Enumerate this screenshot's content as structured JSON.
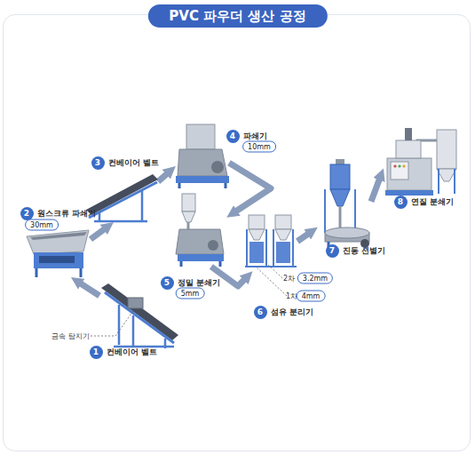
{
  "diagram": {
    "title": "PVC 파우더 생산 공정",
    "nodes": [
      {
        "text": [
          "1",
          "컨베이어 벨트"
        ]
      },
      {
        "text": [
          "2",
          "원스크류 파쇄기"
        ]
      },
      {
        "text": [
          "3",
          "컨베이어 벨트"
        ]
      },
      {
        "text": [
          "4",
          "파쇄기"
        ]
      },
      {
        "text": [
          "5",
          "정밀 분쇄기"
        ]
      },
      {
        "text": [
          "6",
          "섬유 분리기"
        ]
      },
      {
        "text": [
          "7",
          "진동 선별기"
        ]
      },
      {
        "text": [
          "8",
          "연질 분쇄기"
        ]
      }
    ],
    "edges": [
      {
        "from": 0,
        "to": 1,
        "arrow": "to"
      },
      {
        "from": 1,
        "to": 2,
        "arrow": "to"
      },
      {
        "from": 2,
        "to": 3,
        "arrow": "to"
      },
      {
        "from": 3,
        "to": 4,
        "arrow": "to"
      },
      {
        "from": 4,
        "to": 5,
        "arrow": "to"
      },
      {
        "from": 5,
        "to": 6,
        "arrow": "to"
      },
      {
        "from": 6,
        "to": 7,
        "arrow": "to"
      }
    ],
    "labels": [
      "금속 탐지기",
      "30mm",
      "10mm",
      "5mm",
      "2차",
      "3.2mm",
      "1차",
      "4mm"
    ]
  }
}
